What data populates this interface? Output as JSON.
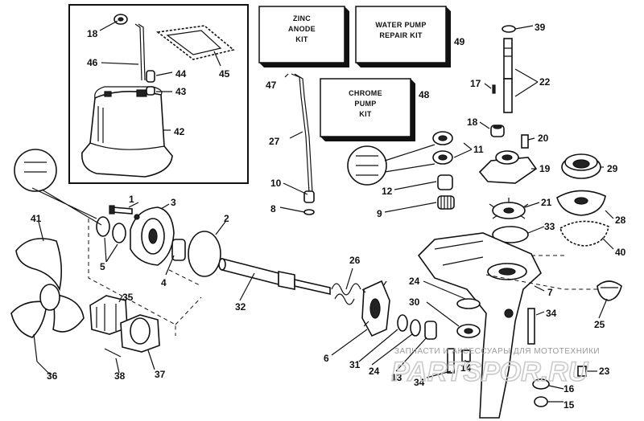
{
  "kits": {
    "zinc_anode": [
      "ZINC",
      "ANODE",
      "KIT"
    ],
    "water_pump": [
      "WATER PUMP",
      "REPAIR KIT"
    ],
    "chrome_pump": [
      "CHROME",
      "PUMP",
      "KIT"
    ]
  },
  "callouts": [
    "1",
    "2",
    "3",
    "4",
    "5",
    "6",
    "7",
    "8",
    "9",
    "10",
    "11",
    "12",
    "13",
    "14",
    "15",
    "16",
    "17",
    "18",
    "18",
    "19",
    "20",
    "21",
    "22",
    "23",
    "24",
    "24",
    "25",
    "26",
    "27",
    "28",
    "29",
    "30",
    "31",
    "32",
    "33",
    "34",
    "34",
    "35",
    "36",
    "37",
    "38",
    "39",
    "40",
    "41",
    "42",
    "43",
    "44",
    "45",
    "46",
    "47",
    "48",
    "49"
  ],
  "watermark": {
    "caption": "ЗАПЧАСТИ И АКСЕССУАРЫ ДЛЯ МОТОТЕХНИКИ",
    "logo": "PARTSPOR.RU"
  }
}
